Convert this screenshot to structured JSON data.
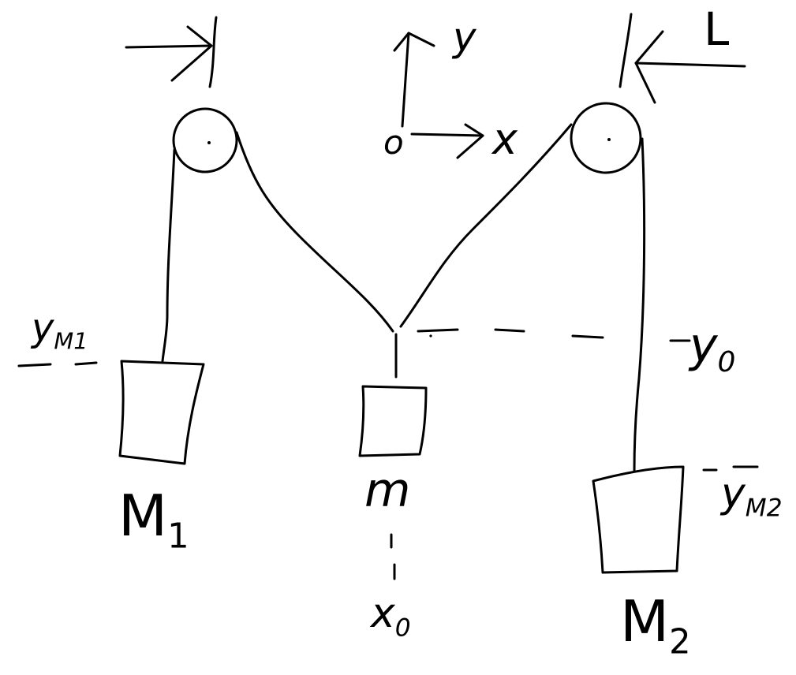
{
  "diagram": {
    "axes": {
      "origin": "o",
      "x": "x",
      "y": "y"
    },
    "distance": "L",
    "masses": {
      "m1": "M",
      "m1_sub": "1",
      "m": "m",
      "m2": "M",
      "m2_sub": "2"
    },
    "levels": {
      "y_m1": "y",
      "y_m1_sub": "M1",
      "y_0": "y",
      "y_0_sub": "0",
      "y_m2": "y",
      "y_m2_sub": "M2",
      "x_0": "x",
      "x_0_sub": "0"
    },
    "colors": {
      "ink": "#000000",
      "background": "#ffffff"
    }
  }
}
